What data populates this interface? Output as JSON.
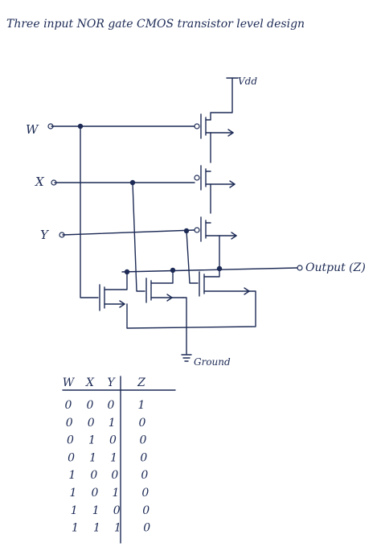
{
  "title": "Three input NOR gate CMOS transistor level design",
  "labels": {
    "vdd": "Vdd",
    "ground": "Ground",
    "output": "Output (Z)",
    "input_w": "W",
    "input_x": "X",
    "input_y": "Y"
  },
  "truth_table": {
    "headers": [
      "W",
      "X",
      "Y",
      "Z"
    ],
    "rows": [
      [
        "0",
        "0",
        "0",
        "1"
      ],
      [
        "0",
        "0",
        "1",
        "0"
      ],
      [
        "0",
        "1",
        "0",
        "0"
      ],
      [
        "0",
        "1",
        "1",
        "0"
      ],
      [
        "1",
        "0",
        "0",
        "0"
      ],
      [
        "1",
        "0",
        "1",
        "0"
      ],
      [
        "1",
        "1",
        "0",
        "0"
      ],
      [
        "1",
        "1",
        "1",
        "0"
      ]
    ]
  },
  "colors": {
    "ink": "#1c2a55",
    "paper": "#ffffff"
  }
}
